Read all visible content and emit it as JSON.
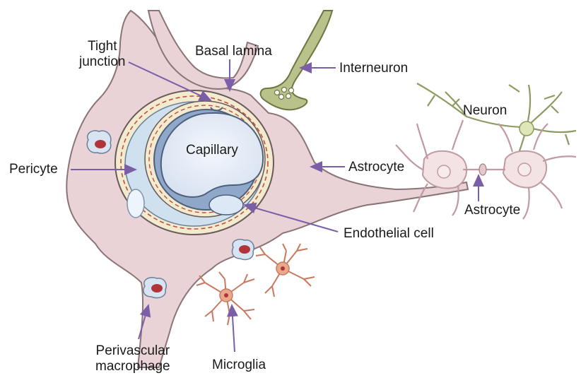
{
  "labels": {
    "tight_junction": "Tight\njunction",
    "basal_lamina": "Basal lamina",
    "interneuron": "Interneuron",
    "neuron": "Neuron",
    "capillary": "Capillary",
    "pericyte": "Pericyte",
    "astrocyte_main": "Astrocyte",
    "astrocyte_right": "Astrocyte",
    "endothelial_cell": "Endothelial cell",
    "perivascular_macrophage": "Perivascular\nmacrophage",
    "microglia": "Microglia"
  },
  "colors": {
    "arrow": "#7b5ea8",
    "astrocyte_fill": "#e9d3d6",
    "astrocyte_stroke": "#8c7476",
    "capillary_ring": "#8fa7c9",
    "capillary_lumen": "#e9eef7",
    "basal_lamina": "#f3ebd0",
    "dashed_membrane": "#c0503a",
    "interneuron_fill": "#b8c28a",
    "microglia": "#c8795e",
    "macrophage_nucleus": "#b0353a"
  }
}
